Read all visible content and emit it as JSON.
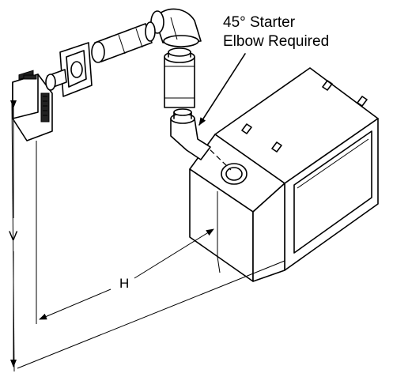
{
  "callout": {
    "line1": "45°  Starter",
    "line2": "Elbow Required"
  },
  "dimensions": {
    "horizontal": "H",
    "vertical": "V"
  }
}
